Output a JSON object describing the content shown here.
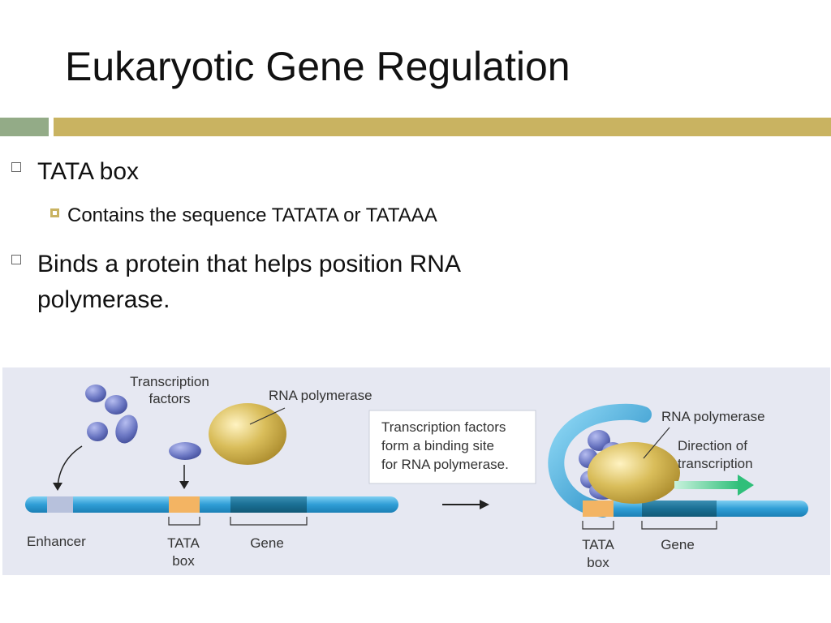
{
  "slide": {
    "title": "Eukaryotic Gene Regulation",
    "bullets": [
      {
        "text": "TATA box",
        "sub": [
          "Contains the sequence TATATA or TATAAA"
        ]
      },
      {
        "text_lines": [
          "Binds a protein that helps position RNA",
          "polymerase."
        ]
      }
    ]
  },
  "figure": {
    "labels": {
      "transcription_factors": [
        "Transcription",
        "factors"
      ],
      "rna_polymerase_left": "RNA polymerase",
      "callout": [
        "Transcription factors",
        "form a binding site",
        "for RNA polymerase."
      ],
      "rna_polymerase_right": "RNA polymerase",
      "direction": [
        "Direction of",
        "transcription"
      ],
      "enhancer": "Enhancer",
      "tata_box_left": [
        "TATA",
        "box"
      ],
      "gene_left": "Gene",
      "tata_box_right": [
        "TATA",
        "box"
      ],
      "gene_right": "Gene"
    },
    "colors": {
      "background": "#e6e8f2",
      "dna": "#2f9ed6",
      "gene_segment": "#1a6f94",
      "tata": "#f3b463",
      "enhancer": "#b7c1dc",
      "protein": "#6a76c2",
      "polymerase": "#d3b74f",
      "arrow": "#3ec28a"
    }
  }
}
